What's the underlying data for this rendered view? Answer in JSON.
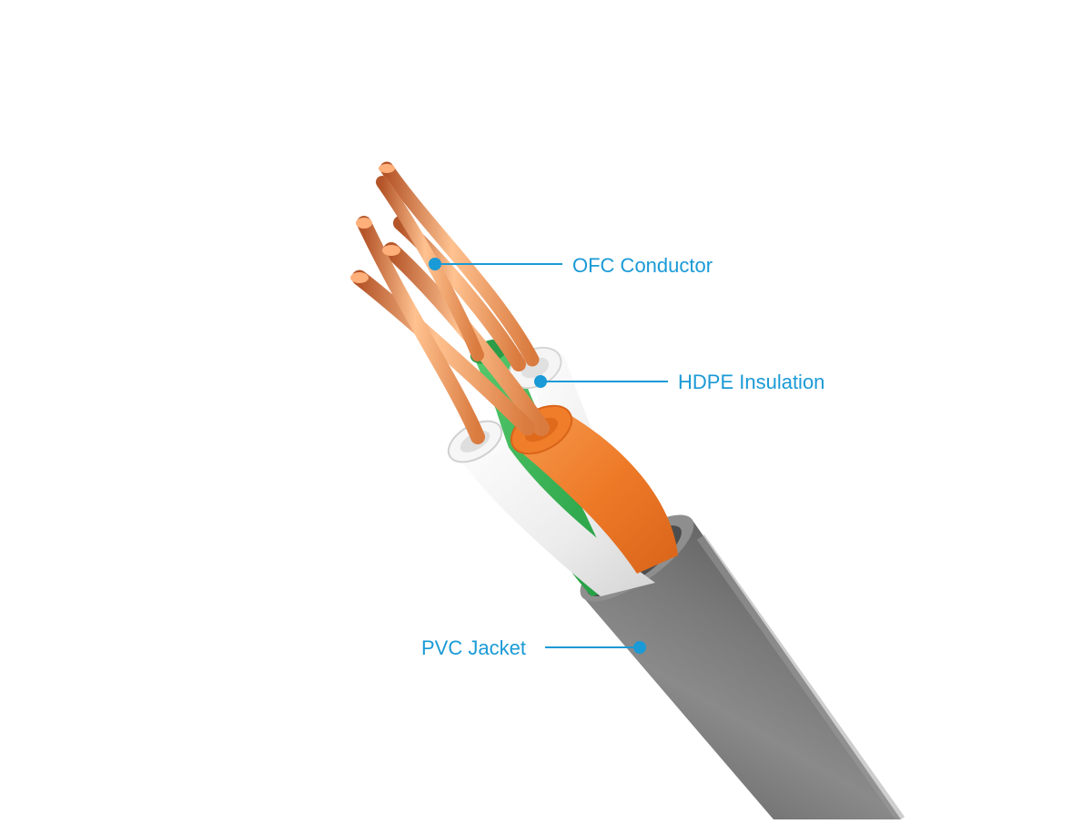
{
  "diagram": {
    "callouts": [
      {
        "id": "ofc-conductor",
        "label": "OFC Conductor"
      },
      {
        "id": "hdpe-insulation",
        "label": "HDPE Insulation"
      },
      {
        "id": "pvc-jacket",
        "label": "PVC Jacket"
      }
    ],
    "colors": {
      "accent": "#1a9ad6",
      "jacket": "#7d7d7d",
      "jacket_light": "#9a9a9a",
      "jacket_dark": "#5f5f5f",
      "insulation_white": "#f2f2f2",
      "insulation_orange": "#f07d2a",
      "insulation_green": "#2fb04f",
      "copper": "#e98a4a",
      "copper_light": "#ffc290",
      "copper_dark": "#b5562a",
      "background": "#ffffff"
    }
  }
}
